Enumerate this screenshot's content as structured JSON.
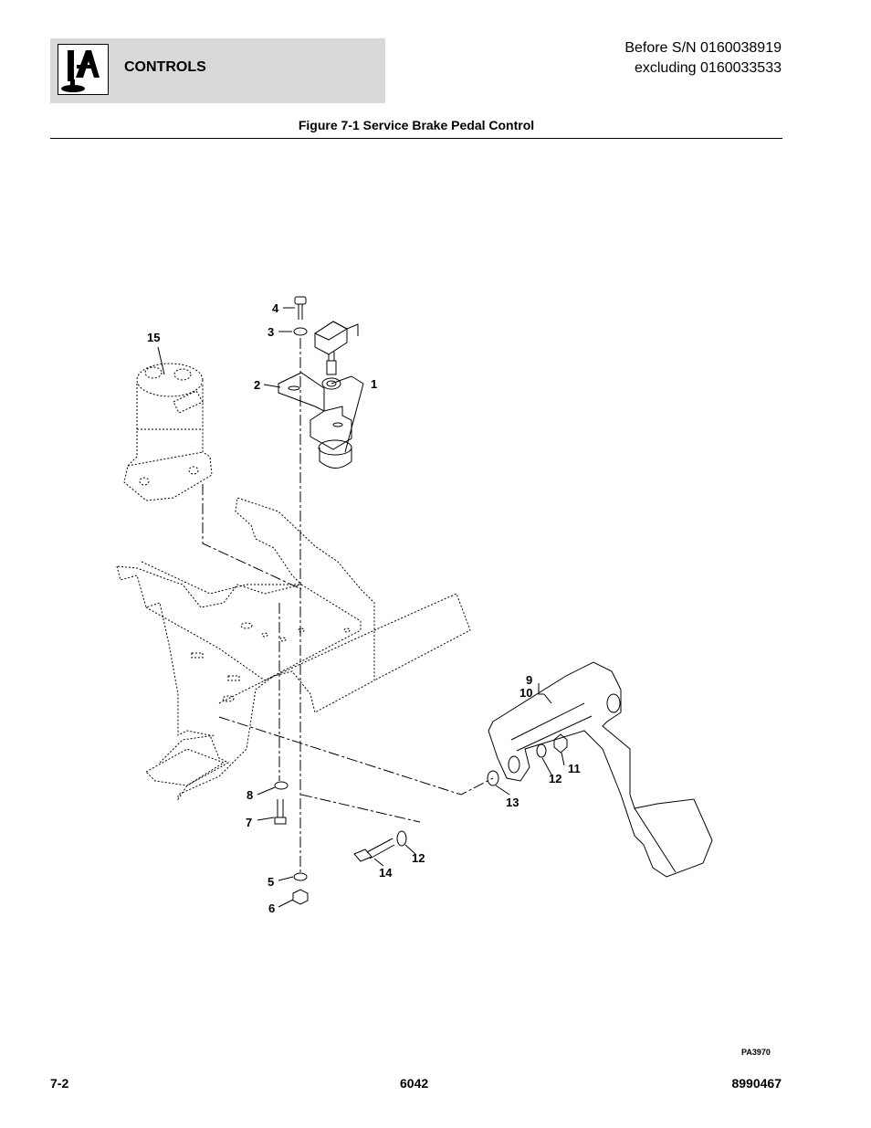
{
  "header": {
    "section": "CONTROLS",
    "serial_line1": "Before S/N 0160038919",
    "serial_line2": "excluding 0160033533"
  },
  "figure": {
    "title": "Figure 7-1 Service Brake Pedal Control",
    "ref": "PA3970",
    "callouts": [
      "1",
      "2",
      "3",
      "4",
      "5",
      "6",
      "7",
      "8",
      "9",
      "10",
      "11",
      "12",
      "12",
      "13",
      "14",
      "15"
    ]
  },
  "footer": {
    "left": "7-2",
    "center": "6042",
    "right": "8990467"
  },
  "icons": {
    "logo": "jlg-controls-joystick-icon"
  }
}
